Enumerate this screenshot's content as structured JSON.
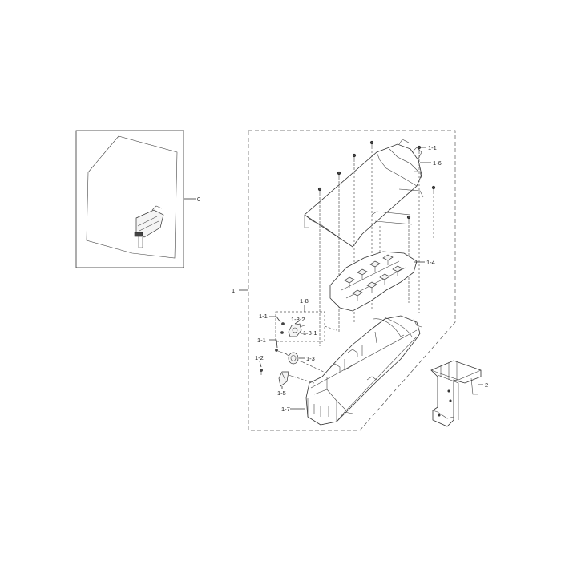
{
  "labels": {
    "l0": "0",
    "l1": "1",
    "l1_1_top": "1-1",
    "l1_6": "1-6",
    "l1_4": "1-4",
    "l1_8": "1-8",
    "l1_1_mid": "1-1",
    "l1_8_2": "1-8-2",
    "l1_8_1": "1-8-1",
    "l1_1_low": "1-1",
    "l1_3": "1-3",
    "l1_2": "1-2",
    "l1_5": "1-5",
    "l1_7": "1-7",
    "l2": "2"
  }
}
